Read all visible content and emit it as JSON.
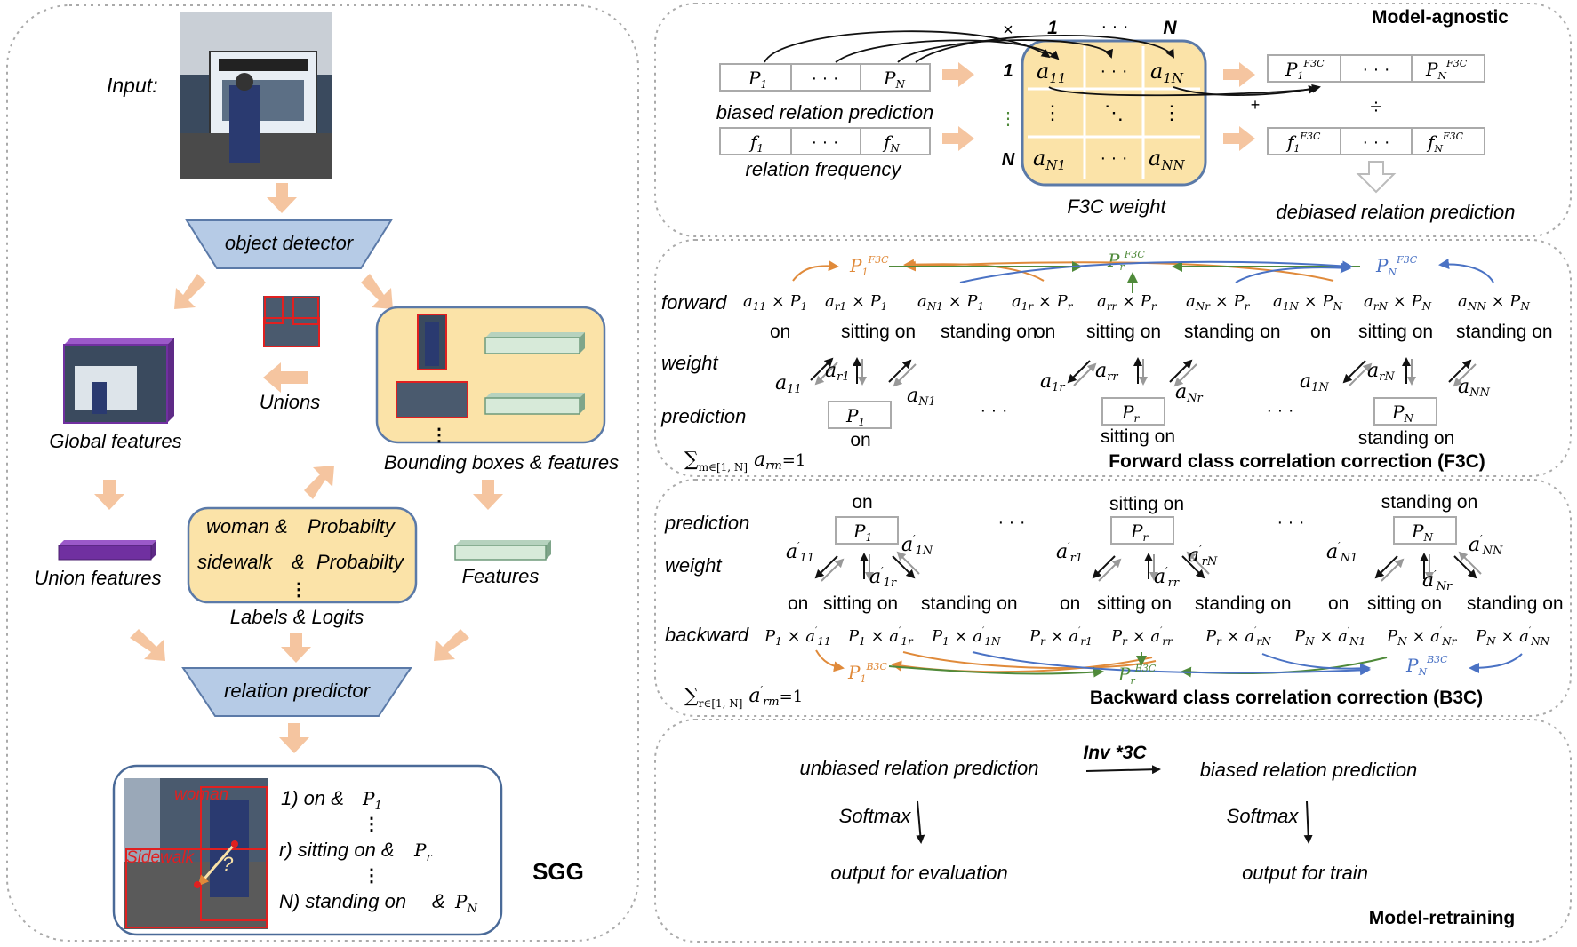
{
  "left": {
    "input_label": "Input:",
    "detector": "object detector",
    "global_features": "Global features",
    "unions": "Unions",
    "bbox_features": "Bounding boxes & features",
    "union_features": "Union features",
    "features": "Features",
    "labels_line1_a": "woman &",
    "labels_line1_b": "Probabilty",
    "labels_line2_a": "sidewalk",
    "labels_line2_amp": "&",
    "labels_line2_b": "Probabilty",
    "labels_caption": "Labels & Logits",
    "predictor": "relation predictor",
    "out_woman": "woman",
    "out_sidewalk": "Sidewalk",
    "out_q": "?",
    "out_1": "1) on &",
    "out_r": "r) sitting on &",
    "out_n": "N) standing on",
    "out_n_amp": "&",
    "sgg": "SGG"
  },
  "agnostic": {
    "title": "Model-agnostic",
    "cells_P": [
      "P",
      "· · ·",
      "P"
    ],
    "cells_f": [
      "f",
      "· · ·",
      "f"
    ],
    "biased": "biased relation prediction",
    "frequency": "relation frequency",
    "top_x": "×",
    "top_1": "1",
    "top_dots": "· · ·",
    "top_N": "N",
    "row_1": "1",
    "row_N": "N",
    "weight_caption": "F3C weight",
    "plus": "+",
    "divide": "÷",
    "debiased": "debiased relation prediction",
    "dots": "· · ·"
  },
  "f3c": {
    "title": "Forward class correlation correction (F3C)",
    "row_forward": "forward",
    "row_weight": "weight",
    "row_prediction": "prediction",
    "labels": [
      "on",
      "sitting on",
      "standing on"
    ],
    "sum": "∑",
    "sum_sub": "m∈[1, N]",
    "sum_eq": "=1",
    "dots": "· · ·"
  },
  "b3c": {
    "title": "Backward class correlation correction (B3C)",
    "row_prediction": "prediction",
    "row_weight": "weight",
    "row_backward": "backward",
    "labels": [
      "on",
      "sitting on",
      "standing on"
    ],
    "sum": "∑",
    "sum_sub": "r∈[1, N]",
    "sum_eq": "=1",
    "dots": "· · ·"
  },
  "retrain": {
    "title": "Model-retraining",
    "unbiased": "unbiased relation prediction",
    "inv": "Inv *3C",
    "biased": "biased relation prediction",
    "softmax1": "Softmax",
    "softmax2": "Softmax",
    "eval": "output for evaluation",
    "train": "output for train"
  },
  "colors": {
    "orange_arrow": "#f5c5a0",
    "yellow_fill": "#fbe3a8",
    "blue_trap": "#b6cbe6",
    "green_bar": "#d7ead9",
    "purple": "#7030a0",
    "orange_line": "#e08a3a",
    "green_line": "#4f8a3a",
    "blue_line": "#4a72c4",
    "red_box": "#e02020"
  }
}
